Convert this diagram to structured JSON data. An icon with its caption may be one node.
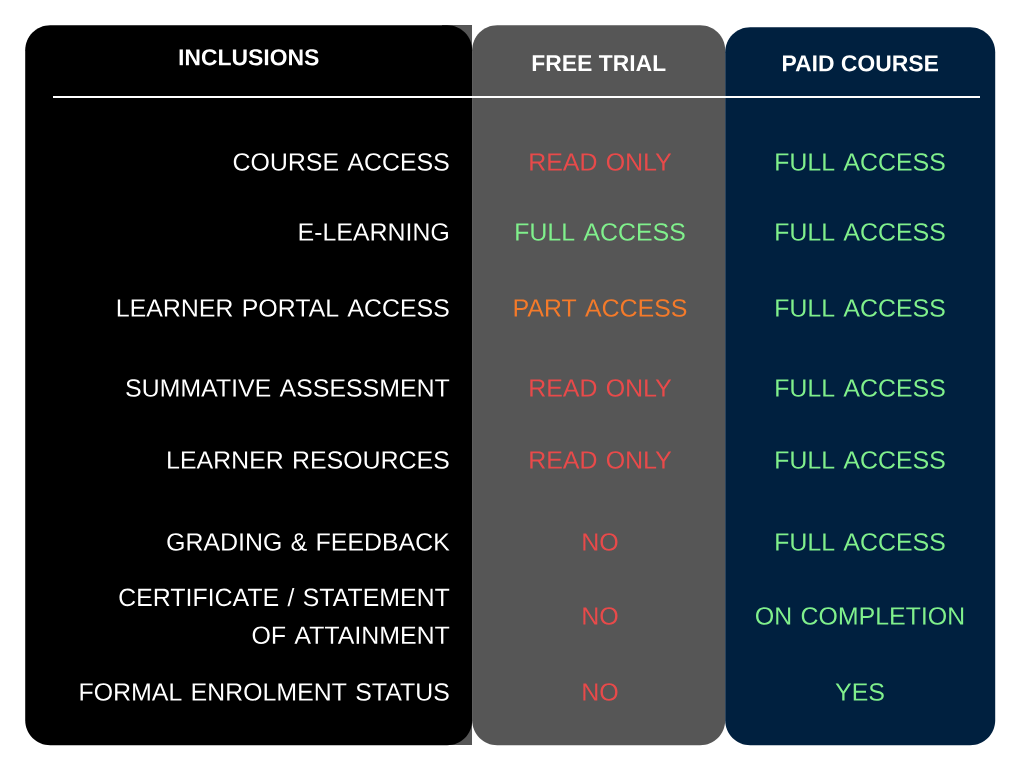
{
  "diagram": {
    "nodes": [
      {
        "text": [
          "INCLUSIONS"
        ]
      },
      {
        "text": [
          "FREE TRIAL"
        ]
      },
      {
        "text": [
          "PAID COURSE"
        ]
      }
    ],
    "edges": [],
    "labels": [
      "COURSE ACCESS",
      "READ ONLY",
      "FULL ACCESS",
      "E-LEARNING",
      "FULL ACCESS",
      "FULL ACCESS",
      "LEARNER PORTAL ACCESS",
      "PART ACCESS",
      "FULL ACCESS",
      "SUMMATIVE ASSESSMENT",
      "READ ONLY",
      "FULL ACCESS",
      "LEARNER RESOURCES",
      "READ ONLY",
      "FULL ACCESS",
      "GRADING & FEEDBACK",
      "NO",
      "FULL ACCESS",
      "CERTIFICATE / STATEMENT OF ATTAINMENT",
      "NO",
      "ON COMPLETION",
      "FORMAL ENROLMENT STATUS",
      "NO",
      "YES"
    ]
  }
}
